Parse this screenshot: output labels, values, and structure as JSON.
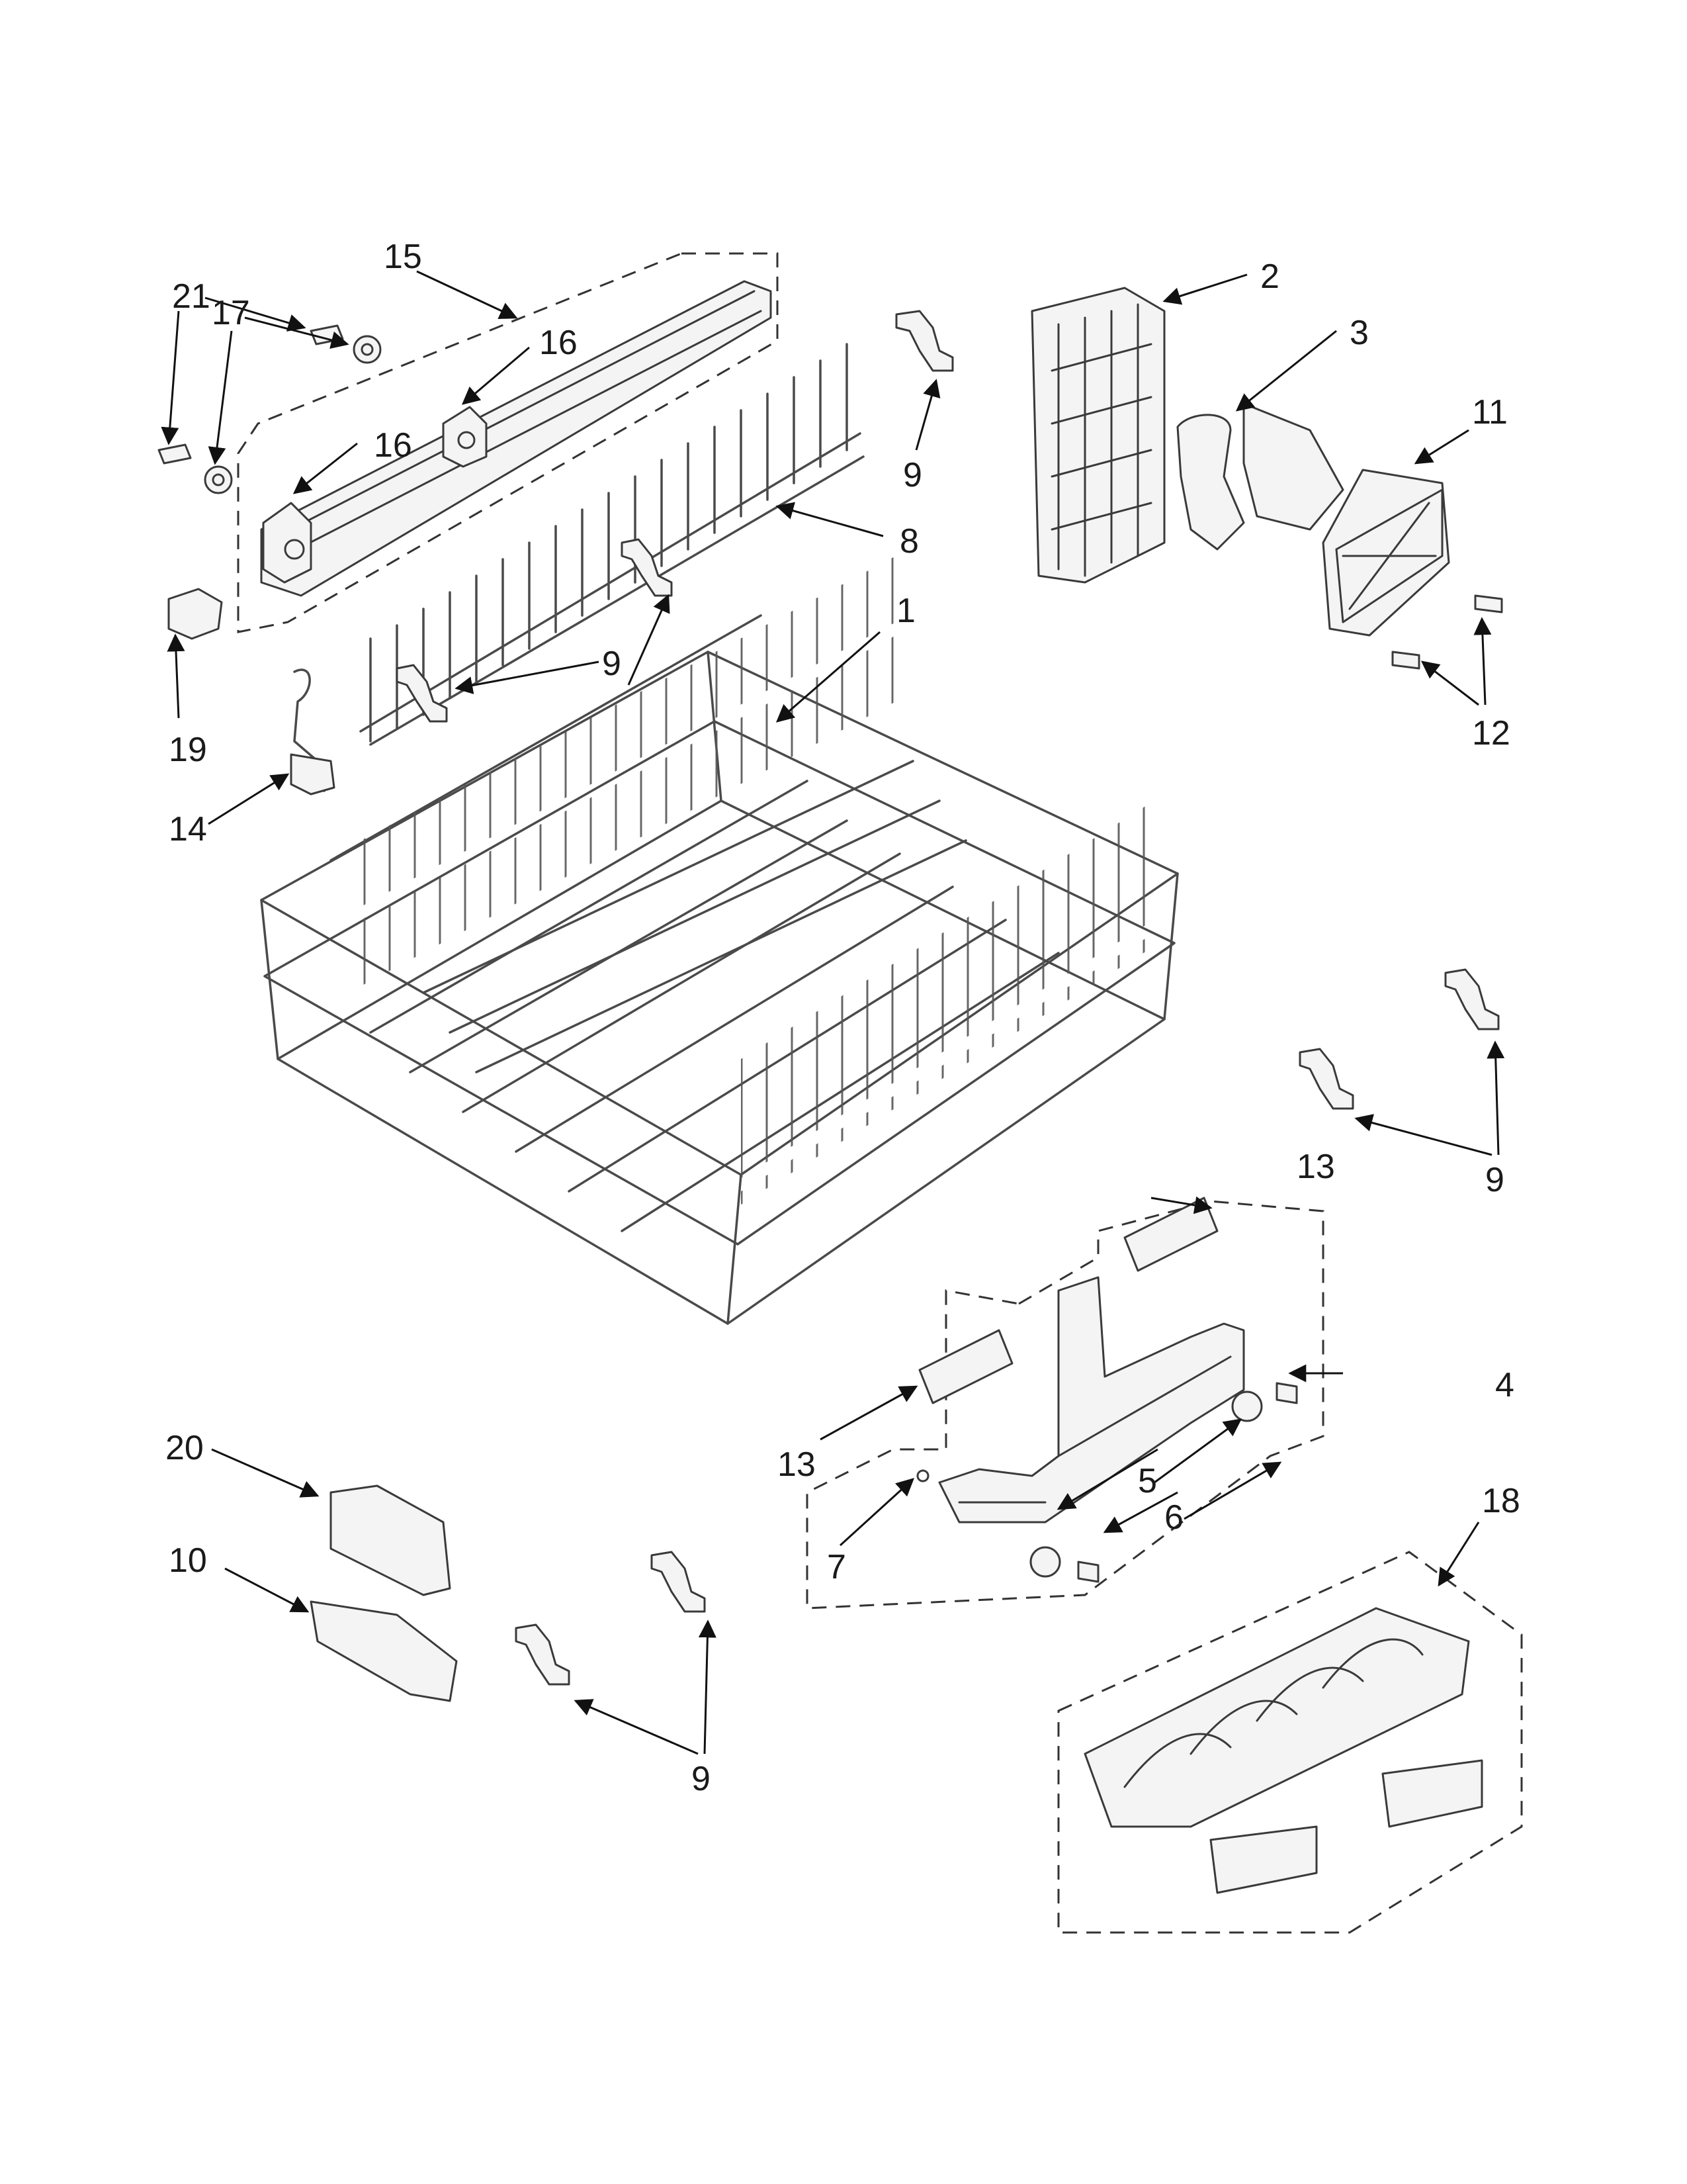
{
  "diagram": {
    "callouts": [
      "1",
      "2",
      "3",
      "4",
      "5",
      "6",
      "7",
      "8",
      "9",
      "9",
      "9",
      "9",
      "10",
      "11",
      "12",
      "13",
      "13",
      "14",
      "15",
      "16",
      "16",
      "17",
      "18",
      "19",
      "20",
      "21"
    ]
  }
}
